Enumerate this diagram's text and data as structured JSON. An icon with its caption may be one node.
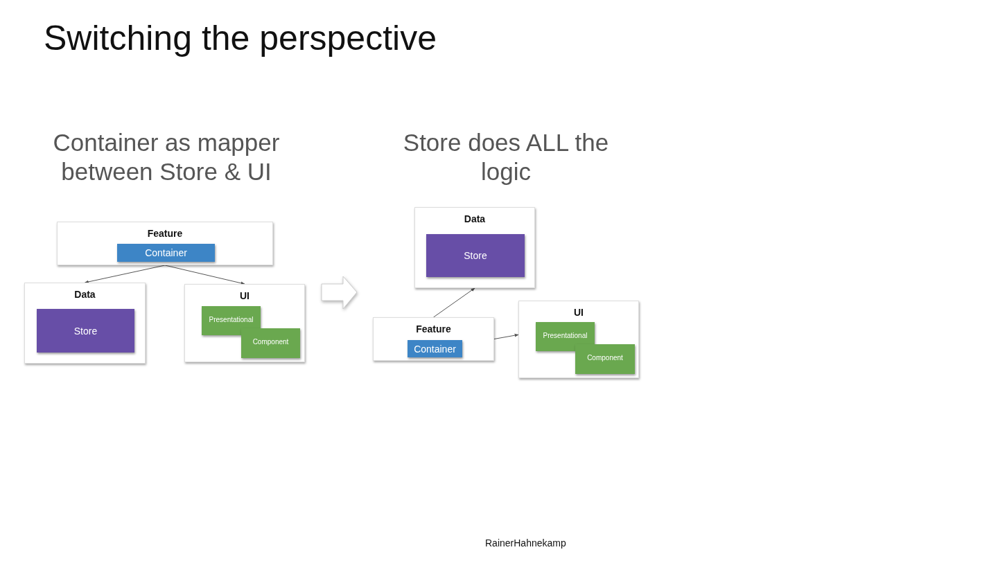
{
  "diagram": {
    "title": "Switching the perspective",
    "nodes": [
      {
        "text": [
          "Feature"
        ]
      },
      {
        "text": [
          "Container"
        ],
        "in": 0
      },
      {
        "text": [
          "Data"
        ]
      },
      {
        "text": [
          "Store"
        ],
        "in": 2
      },
      {
        "text": [
          "UI"
        ]
      },
      {
        "text": [
          "Presentational"
        ],
        "in": 4
      },
      {
        "text": [
          "Component"
        ],
        "in": 4
      },
      {
        "text": [
          "Data"
        ]
      },
      {
        "text": [
          "Store"
        ],
        "in": 7
      },
      {
        "text": [
          "Feature"
        ]
      },
      {
        "text": [
          "Container"
        ],
        "in": 9
      },
      {
        "text": [
          "UI"
        ]
      },
      {
        "text": [
          "Presentational"
        ],
        "in": 11
      },
      {
        "text": [
          "Component"
        ],
        "in": 11
      }
    ],
    "edges": [
      {
        "from": 0,
        "to": 2,
        "arrow": "to"
      },
      {
        "from": 0,
        "to": 4,
        "arrow": "to"
      },
      {
        "from": 9,
        "to": 7,
        "arrow": "to"
      },
      {
        "from": 9,
        "to": 11,
        "arrow": "to"
      }
    ],
    "labels": [
      "Container as mapper between Store & UI",
      "Store does ALL the logic",
      "RainerHahnekamp"
    ]
  }
}
